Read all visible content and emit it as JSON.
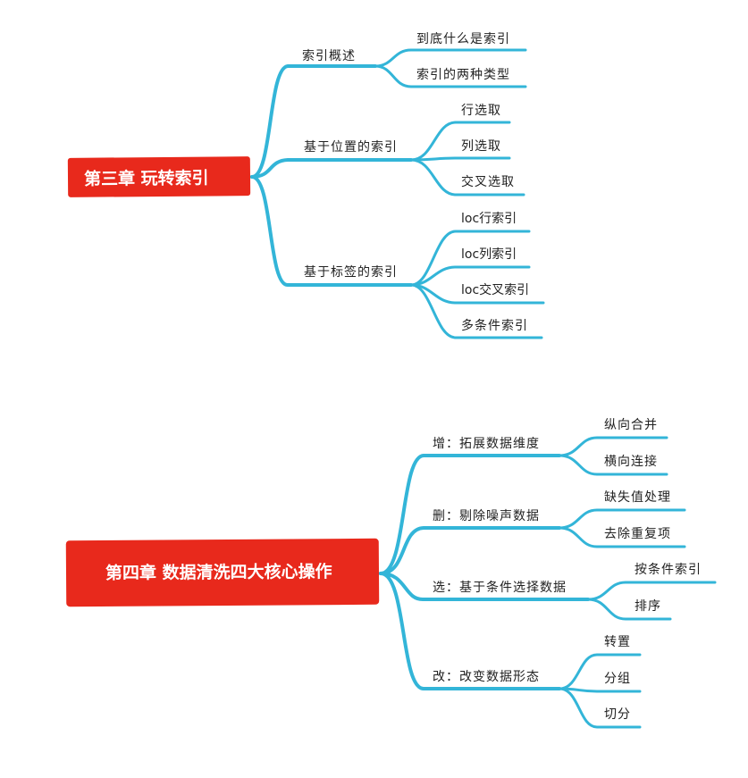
{
  "colors": {
    "root_fill": "#e8291c",
    "link": "#33b5d8",
    "text": "#222222"
  },
  "section1": {
    "root": "第三章 玩转索引",
    "branches": [
      {
        "label": "索引概述",
        "children": [
          "到底什么是索引",
          "索引的两种类型"
        ]
      },
      {
        "label": "基于位置的索引",
        "children": [
          "行选取",
          "列选取",
          "交叉选取"
        ]
      },
      {
        "label": "基于标签的索引",
        "children": [
          "loc行索引",
          "loc列索引",
          "loc交叉索引",
          "多条件索引"
        ]
      }
    ]
  },
  "section2": {
    "root": "第四章 数据清洗四大核心操作",
    "branches": [
      {
        "label": "增：拓展数据维度",
        "children": [
          "纵向合并",
          "横向连接"
        ]
      },
      {
        "label": "删：剔除噪声数据",
        "children": [
          "缺失值处理",
          "去除重复项"
        ]
      },
      {
        "label": "选：基于条件选择数据",
        "children": [
          "按条件索引",
          "排序"
        ]
      },
      {
        "label": "改：改变数据形态",
        "children": [
          "转置",
          "分组",
          "切分"
        ]
      }
    ]
  }
}
